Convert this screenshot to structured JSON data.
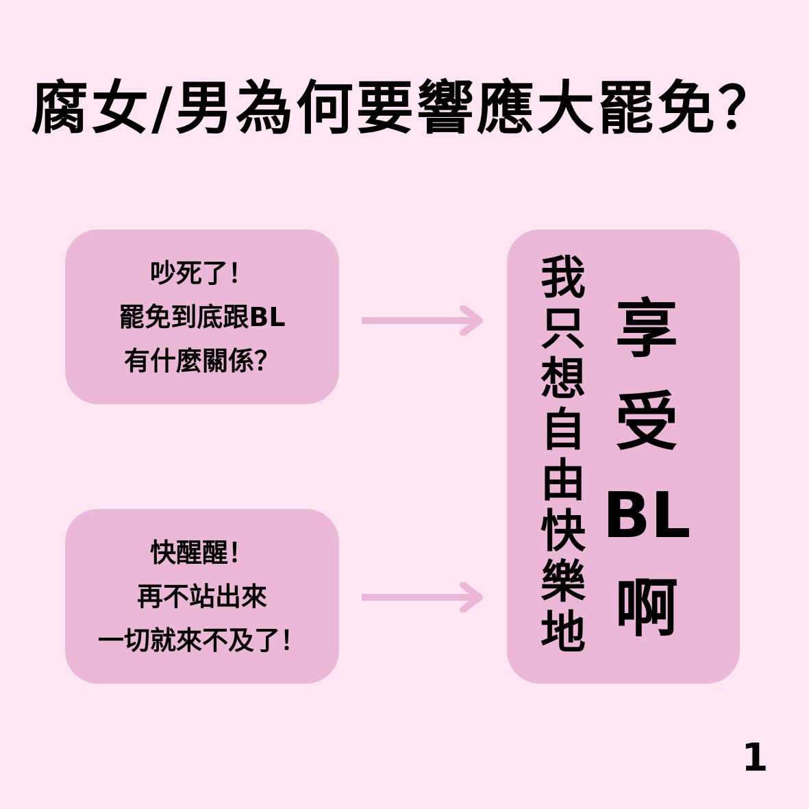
{
  "title": "腐女/男為何要響應大罷免？",
  "bubble_top": {
    "lines": [
      "吵死了！",
      "罷免到底跟BL",
      "有什麼關係？"
    ]
  },
  "bubble_bottom": {
    "lines": [
      "快醒醒！",
      "再不站出來",
      "一切就來不及了！"
    ]
  },
  "right_bubble": {
    "small_column": [
      "我",
      "只",
      "想",
      "自",
      "由",
      "快",
      "樂",
      "地"
    ],
    "big_column": [
      "享",
      "受",
      "BL",
      "啊"
    ]
  },
  "page_number": "1",
  "colors": {
    "background": "#fde6f1",
    "bubble": "#ebb8d8",
    "arrow": "#ebb8d8",
    "text": "#000000"
  },
  "icons": {
    "arrow_top": "right-arrow-icon",
    "arrow_bottom": "right-arrow-icon"
  }
}
